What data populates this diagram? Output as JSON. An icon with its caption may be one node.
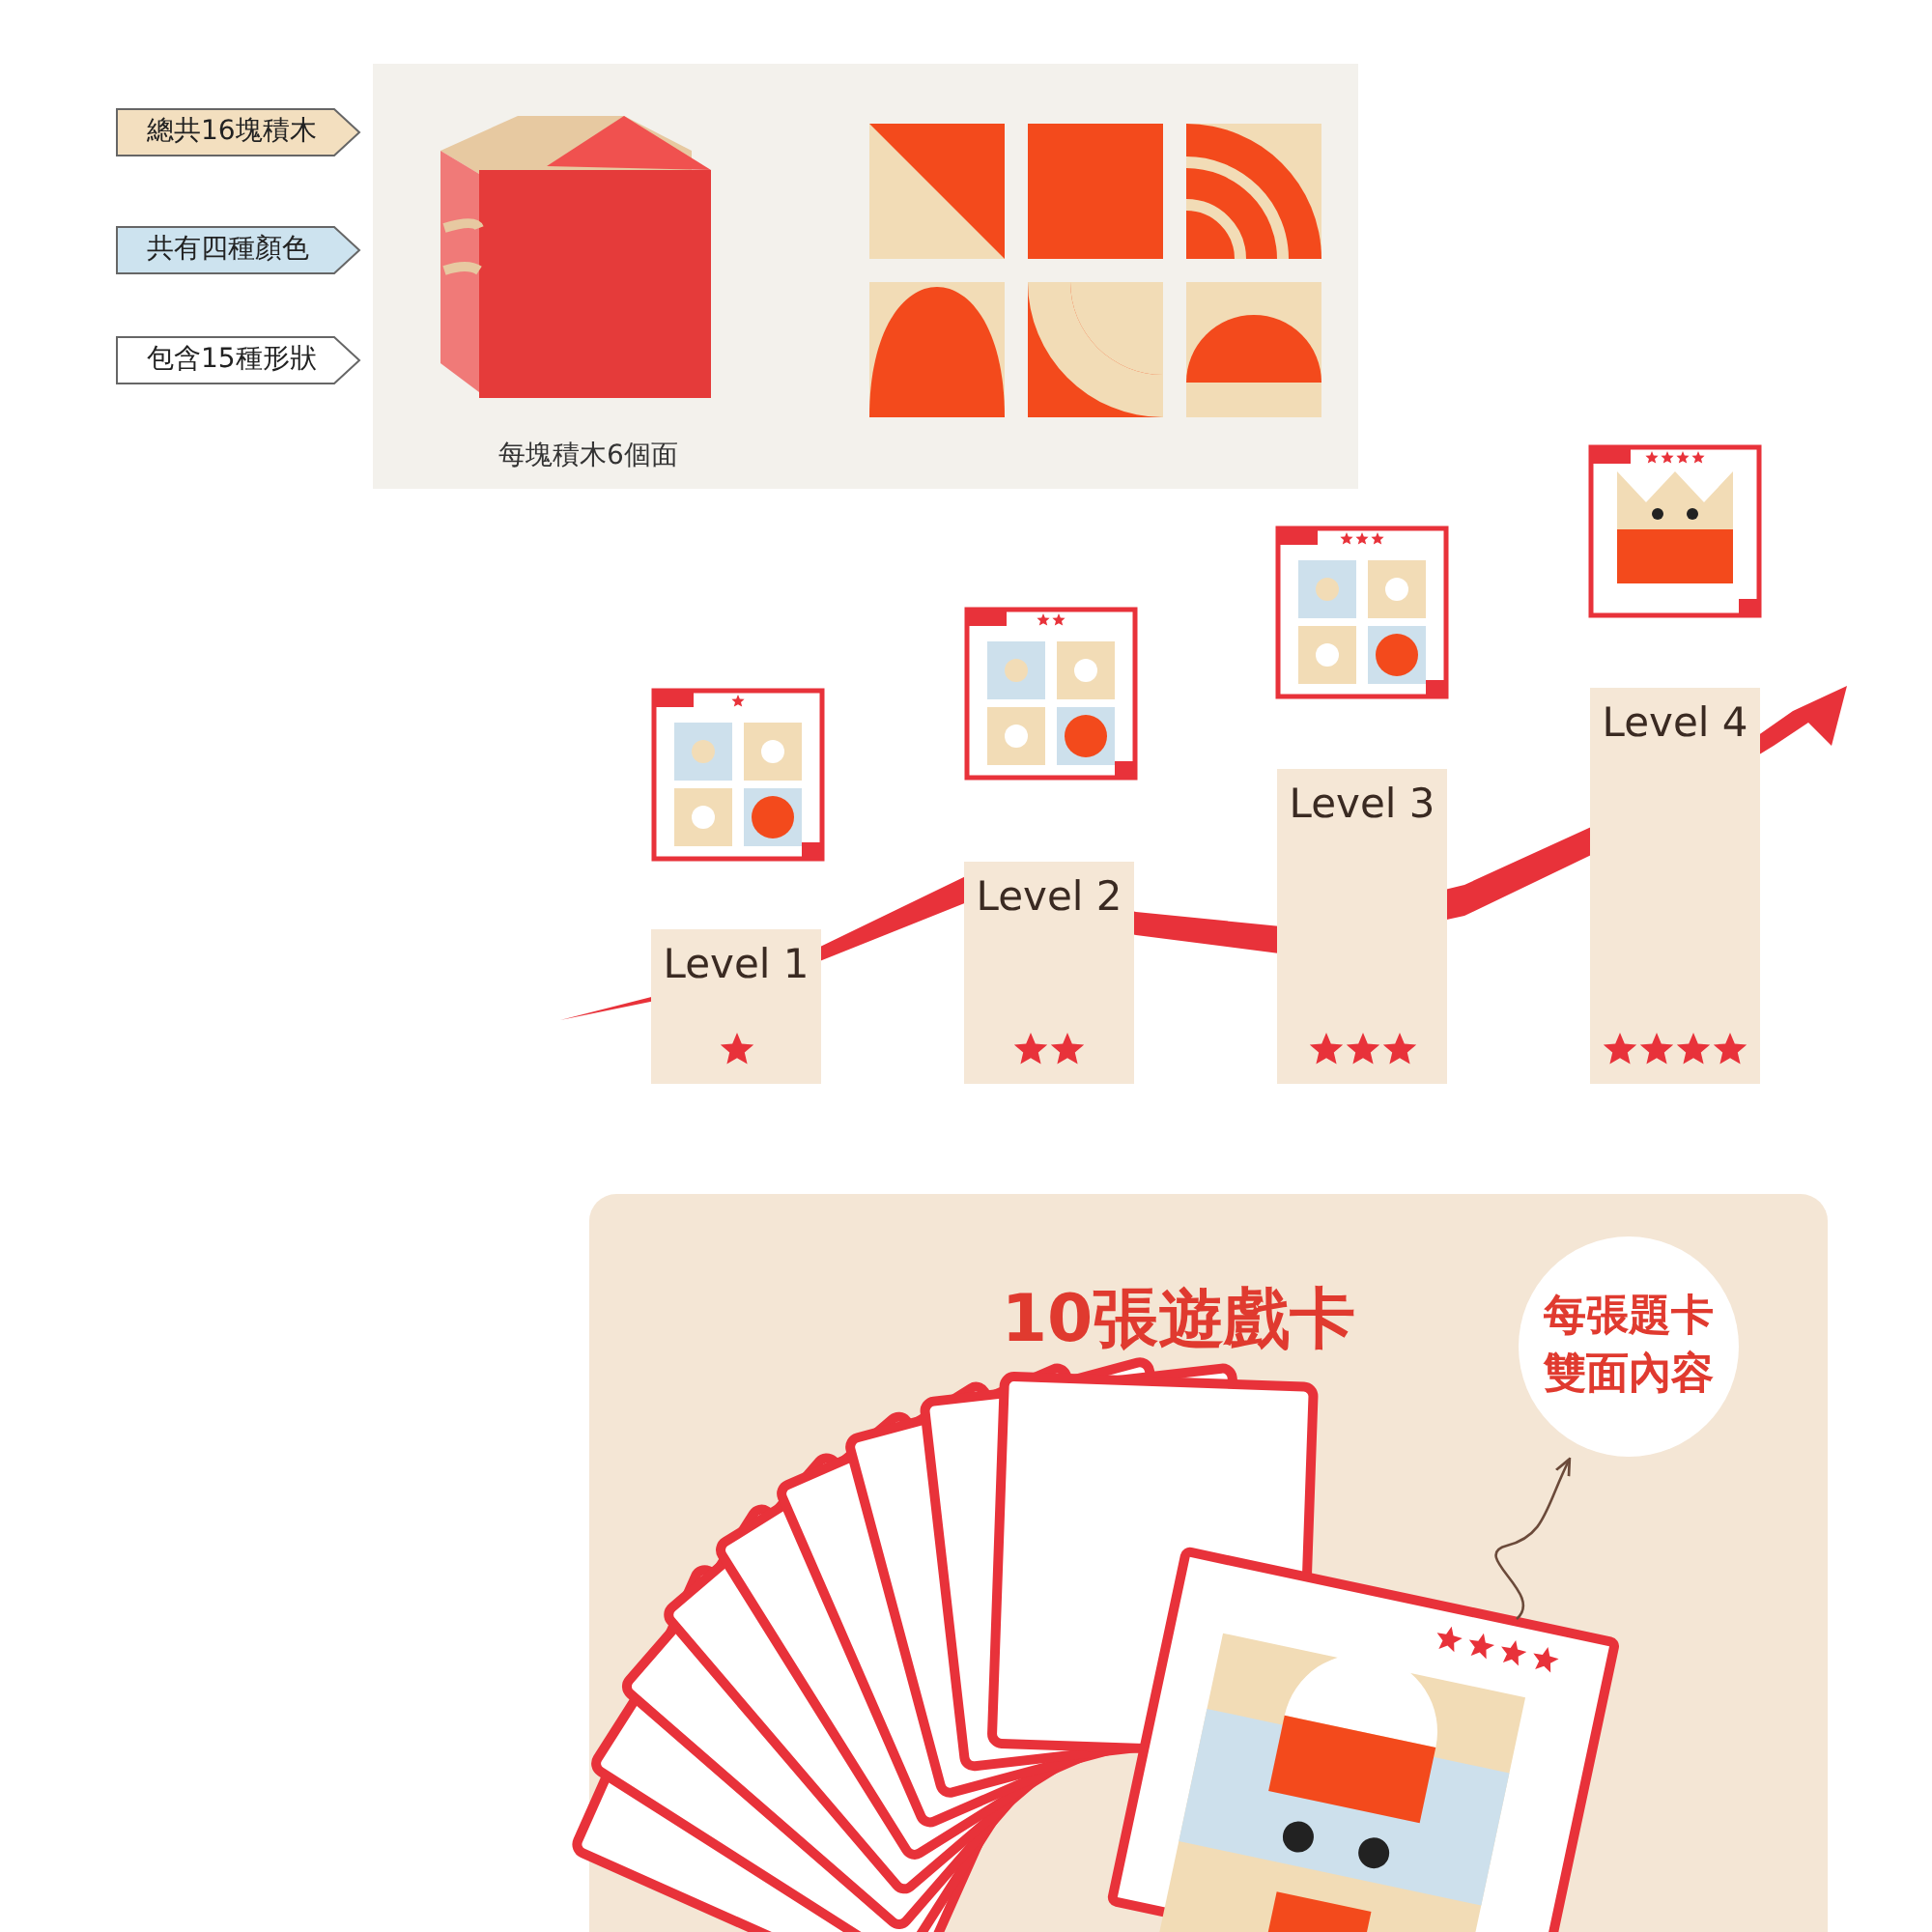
{
  "diagram": {
    "nodes": [
      {
        "text": [
          "總共16塊積木"
        ]
      },
      {
        "text": [
          "共有四種顏色"
        ]
      },
      {
        "text": [
          "包含15種形狀"
        ]
      },
      {
        "text": [
          "Level 1"
        ]
      },
      {
        "text": [
          "Level 2"
        ]
      },
      {
        "text": [
          "Level 3"
        ]
      },
      {
        "text": [
          "Level 4"
        ]
      },
      {
        "text": [
          "每張題卡雙面內容"
        ]
      },
      {
        "text": [],
        "shape": "picture"
      }
    ],
    "edges": [
      {
        "from": 8,
        "to": 7,
        "arrow": "to"
      }
    ],
    "labels": [
      "每塊積木6個面",
      "10張遊戲卡"
    ]
  }
}
